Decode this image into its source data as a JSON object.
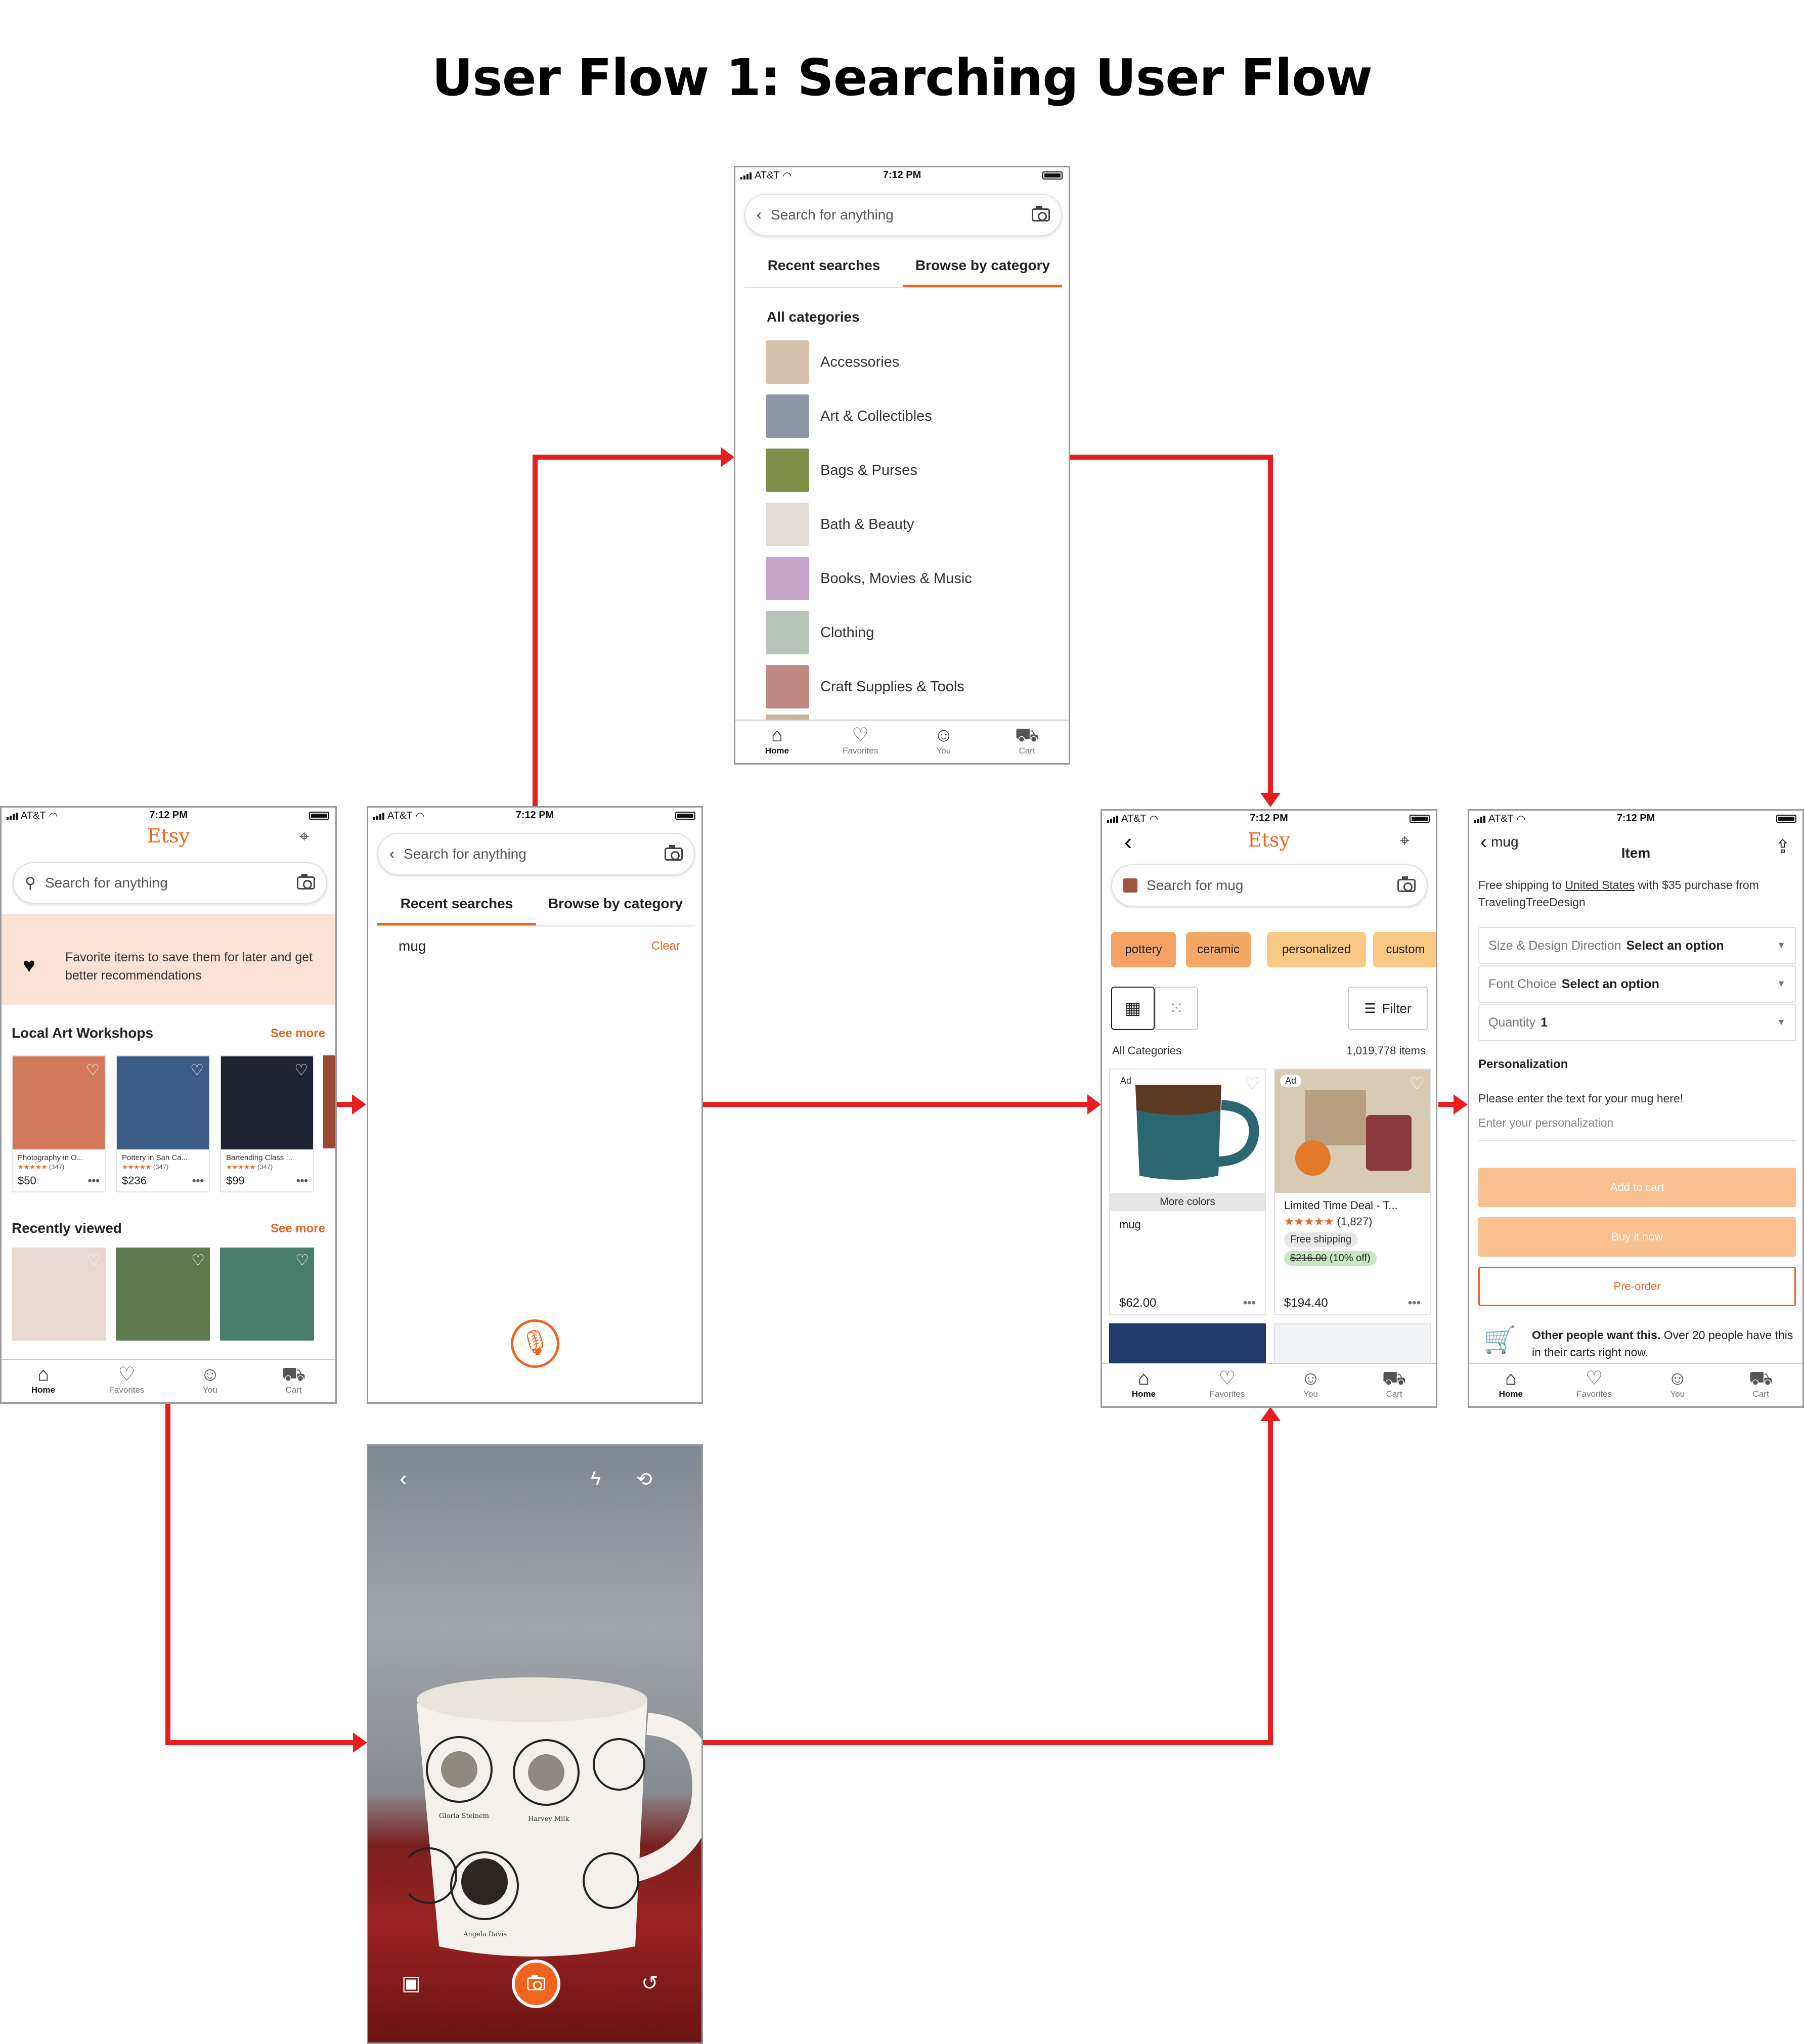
{
  "page": {
    "title": "User Flow 1: Searching User Flow"
  },
  "status": {
    "carrier": "AT&T",
    "time": "7:12 PM"
  },
  "brand": "Etsy",
  "nav": {
    "home": "Home",
    "favorites": "Favorites",
    "you": "You",
    "cart": "Cart"
  },
  "browse": {
    "search_placeholder": "Search for anything",
    "tab_recent": "Recent searches",
    "tab_browse": "Browse by category",
    "heading": "All categories",
    "categories": [
      {
        "label": "Accessories",
        "color": "#d9c2ad"
      },
      {
        "label": "Art & Collectibles",
        "color": "#8f96a3"
      },
      {
        "label": "Bags & Purses",
        "color": "#7f8f47"
      },
      {
        "label": "Bath & Beauty",
        "color": "#e1ddd6"
      },
      {
        "label": "Books, Movies & Music",
        "color": "#c6a3c9"
      },
      {
        "label": "Clothing",
        "color": "#b8c3b9"
      },
      {
        "label": "Craft Supplies & Tools",
        "color": "#c08a83"
      }
    ]
  },
  "home": {
    "search_placeholder": "Search for anything",
    "banner_text": "Favorite items to save them for later and get better recommendations",
    "section1_title": "Local Art Workshops",
    "section2_title": "Recently viewed",
    "see_more": "See more",
    "workshops": [
      {
        "name": "Photography in O...",
        "rating": "★★★★★",
        "count": "(347)",
        "price": "$50",
        "color": "#d2785b"
      },
      {
        "name": "Pottery in San Ca...",
        "rating": "★★★★★",
        "count": "(347)",
        "price": "$236",
        "color": "#3a5c85"
      },
      {
        "name": "Bartending Class ...",
        "rating": "★★★★★",
        "count": "(347)",
        "price": "$99",
        "color": "#1f2433"
      }
    ],
    "recent_colors": [
      "#e7d8d2",
      "#5e7a4f",
      "#4a7e6c"
    ]
  },
  "recent_screen": {
    "search_placeholder": "Search for anything",
    "item": "mug",
    "clear": "Clear"
  },
  "results": {
    "search_text": "Search for mug",
    "chips": [
      "pottery",
      "ceramic",
      "personalized",
      "custom"
    ],
    "filter": "Filter",
    "category": "All Categories",
    "count": "1,019,778 items",
    "ad": "Ad",
    "card1": {
      "more_colors": "More colors",
      "title": "mug",
      "price": "$62.00"
    },
    "card2": {
      "title": "Limited Time Deal - T...",
      "stars": "★★★★★",
      "reviews": "(1,827)",
      "shipping": "Free shipping",
      "old_price": "$216.00",
      "discount": "(10% off)",
      "price": "$194.40"
    },
    "colors": {
      "mug": "#2a6771",
      "box": "#b79f80",
      "chip1": "#f5a267",
      "chip2": "#f4a866",
      "chip3": "#fbc983",
      "chip4": "#fbc983"
    }
  },
  "item": {
    "back_label": "mug",
    "title": "Item",
    "shipping_pre": "Free shipping to ",
    "shipping_link": "United States",
    "shipping_post": " with $35 purchase from TravelingTreeDesign",
    "option1_label": "Size & Design Direction",
    "option1_value": "Select an option",
    "option2_label": "Font Choice",
    "option2_value": "Select an option",
    "option3_label": "Quantity",
    "option3_value": "1",
    "personalization_title": "Personalization",
    "personalization_prompt": "Please enter the text for your mug here!",
    "personalization_placeholder": "Enter your personalization",
    "add_to_cart": "Add to cart",
    "buy_now": "Buy it now",
    "pre_order": "Pre-order",
    "social_bold": "Other people want this.",
    "social_text": " Over 20 people have this in their carts right now."
  },
  "camera": {
    "portraits": [
      "Gloria Steinem",
      "Harvey Milk",
      "Angela Davis"
    ]
  },
  "colors": {
    "accent": "#f1641e",
    "arrow": "#e81d1d"
  }
}
